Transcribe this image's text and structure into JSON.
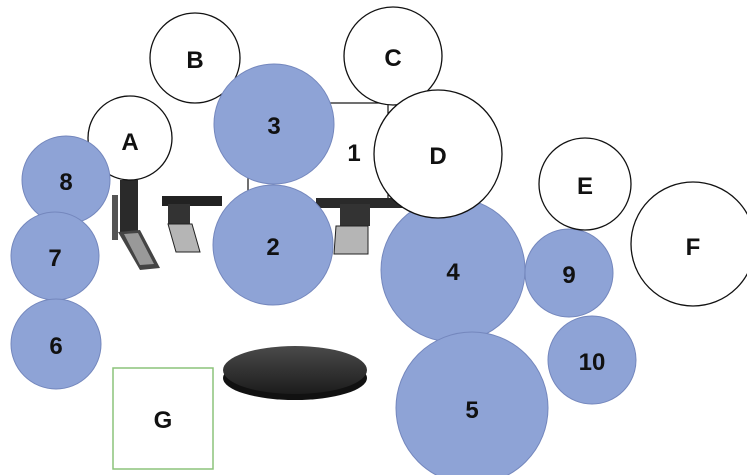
{
  "diagram": {
    "white_circles": [
      {
        "label": "A"
      },
      {
        "label": "B"
      },
      {
        "label": "C"
      },
      {
        "label": "D"
      },
      {
        "label": "E"
      },
      {
        "label": "F"
      }
    ],
    "blue_circles": [
      {
        "label": "1"
      },
      {
        "label": "2"
      },
      {
        "label": "3"
      },
      {
        "label": "4"
      },
      {
        "label": "5"
      },
      {
        "label": "6"
      },
      {
        "label": "7"
      },
      {
        "label": "8"
      },
      {
        "label": "9"
      },
      {
        "label": "10"
      }
    ],
    "box": {
      "label": "G"
    },
    "colors": {
      "pad_blue": "#8ea3d6",
      "pad_outline": "#7487bd",
      "cymbal_outline": "#111111",
      "box_outline": "#8cc37a",
      "throne": "#2b2b2b"
    }
  }
}
